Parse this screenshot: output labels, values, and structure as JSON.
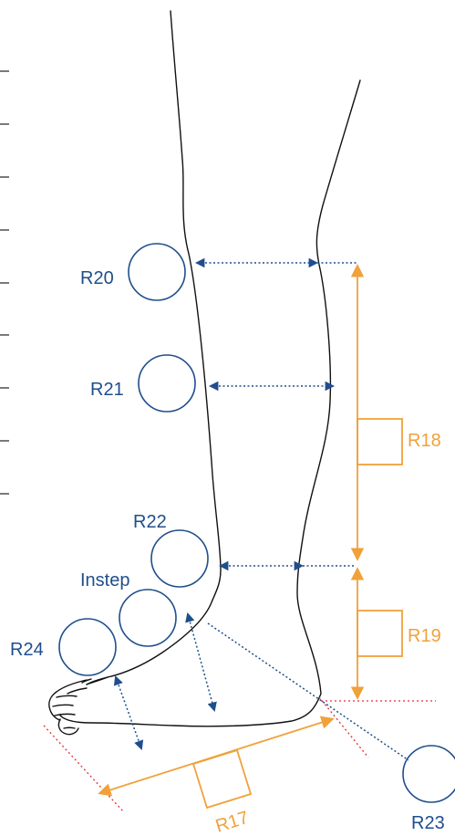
{
  "labels": {
    "r17": "R17",
    "r18": "R18",
    "r19": "R19",
    "r20": "R20",
    "r21": "R21",
    "r22": "R22",
    "r23": "R23",
    "r24": "R24",
    "instep": "Instep"
  },
  "colors": {
    "outline": "#111111",
    "circumference": "#1f4e8c",
    "length": "#f0a13a",
    "reference": "#e03030",
    "tick": "#333333"
  }
}
